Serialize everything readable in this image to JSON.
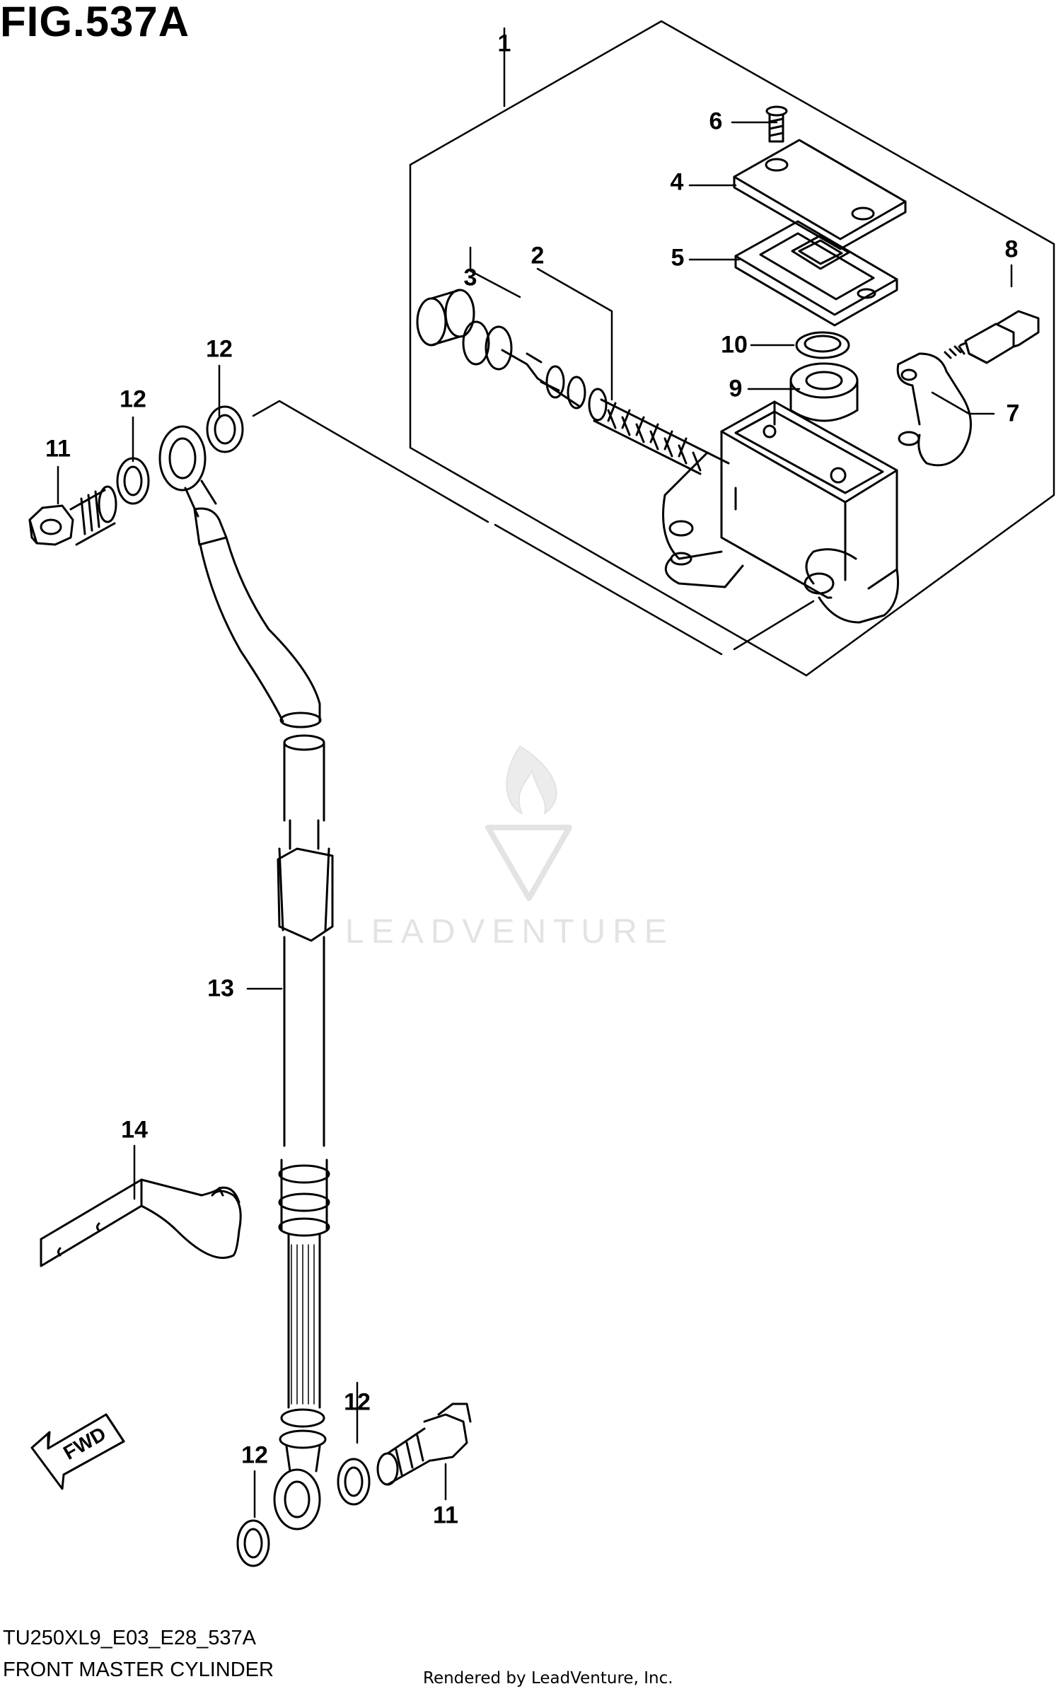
{
  "figure": {
    "title": "FIG.537A",
    "code": "TU250XL9_E03_E28_537A",
    "name": "FRONT MASTER CYLINDER",
    "credit": "Rendered by LeadVenture, Inc.",
    "watermark": "LEADVENTURE",
    "direction_label": "FWD"
  },
  "callouts": [
    {
      "id": "c1",
      "label": "1"
    },
    {
      "id": "c2",
      "label": "2"
    },
    {
      "id": "c3",
      "label": "3"
    },
    {
      "id": "c4",
      "label": "4"
    },
    {
      "id": "c5",
      "label": "5"
    },
    {
      "id": "c6",
      "label": "6"
    },
    {
      "id": "c7",
      "label": "7"
    },
    {
      "id": "c8",
      "label": "8"
    },
    {
      "id": "c9",
      "label": "9"
    },
    {
      "id": "c10",
      "label": "10"
    },
    {
      "id": "c11a",
      "label": "11"
    },
    {
      "id": "c11b",
      "label": "11"
    },
    {
      "id": "c12a",
      "label": "12"
    },
    {
      "id": "c12b",
      "label": "12"
    },
    {
      "id": "c12c",
      "label": "12"
    },
    {
      "id": "c12d",
      "label": "12"
    },
    {
      "id": "c13",
      "label": "13"
    },
    {
      "id": "c14",
      "label": "14"
    }
  ]
}
